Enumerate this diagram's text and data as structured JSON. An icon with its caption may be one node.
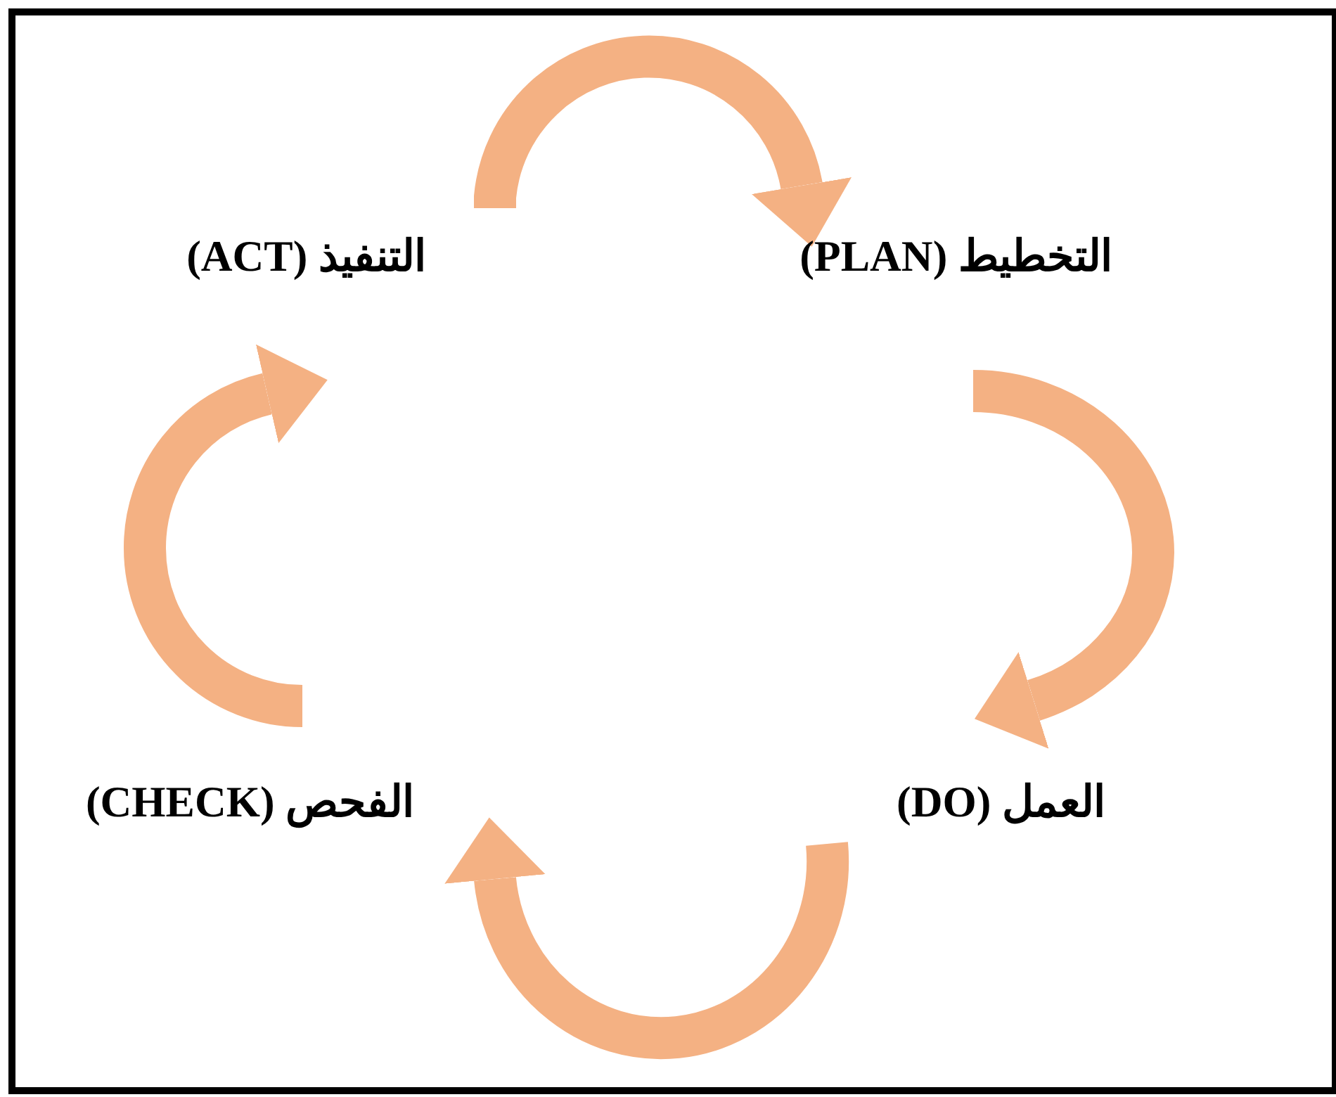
{
  "diagram": {
    "nodes": [
      {
        "text": [
          "التخطيط (PLAN)"
        ]
      },
      {
        "text": [
          "العمل (DO)"
        ]
      },
      {
        "text": [
          "الفحص (CHECK)"
        ]
      },
      {
        "text": [
          "التنفيذ (ACT)"
        ]
      }
    ],
    "edges": [
      {
        "from": 3,
        "to": 0,
        "arrow": "to"
      },
      {
        "from": 0,
        "to": 1,
        "arrow": "to"
      },
      {
        "from": 1,
        "to": 2,
        "arrow": "to"
      },
      {
        "from": 2,
        "to": 3,
        "arrow": "to"
      }
    ]
  }
}
